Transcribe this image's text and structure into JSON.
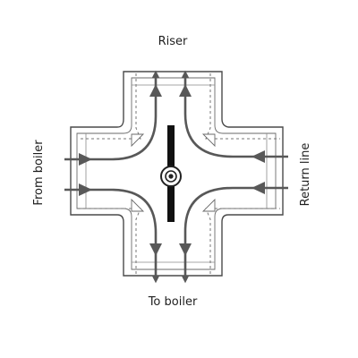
{
  "diagram": {
    "labels": {
      "top": "Riser",
      "bottom": "To boiler",
      "left": "From boiler",
      "right": "Return line"
    },
    "colors": {
      "outline": "#4a4a4a",
      "flow": "#585858",
      "valve_bar": "#111111",
      "background": "#ffffff"
    },
    "components": [
      "four-way-cross-fitting",
      "mixing-valve-disc",
      "flow-arrows"
    ]
  }
}
